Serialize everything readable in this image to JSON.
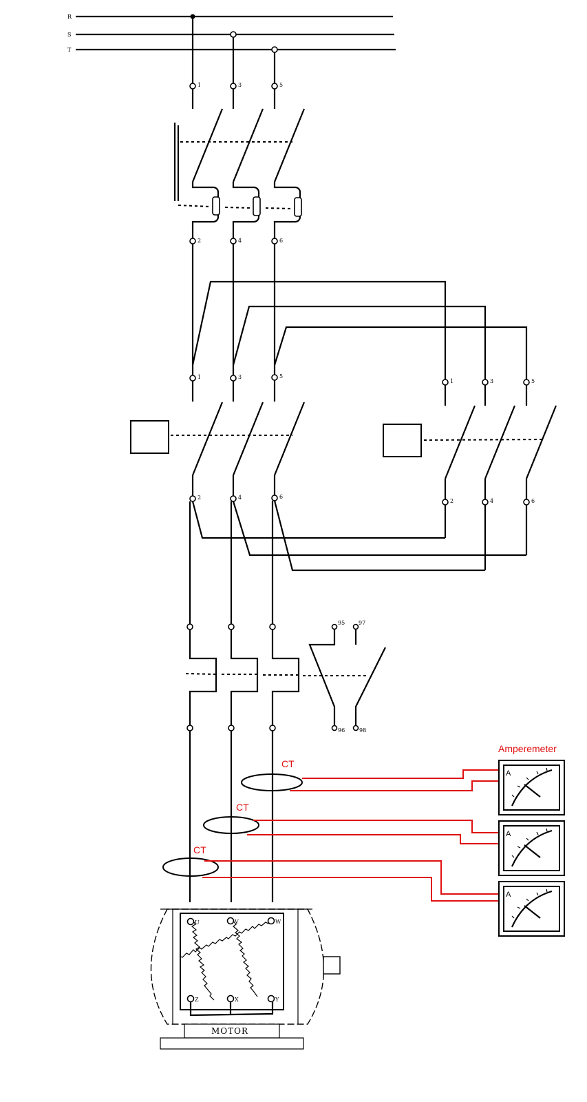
{
  "phases": [
    "R",
    "S",
    "T"
  ],
  "breaker": {
    "top_terminals": [
      "1",
      "3",
      "5"
    ],
    "bottom_terminals": [
      "2",
      "4",
      "6"
    ]
  },
  "contactor_1": {
    "top_terminals": [
      "1",
      "3",
      "5"
    ],
    "bottom_terminals": [
      "2",
      "4",
      "6"
    ]
  },
  "contactor_2": {
    "top_terminals": [
      "1",
      "3",
      "5"
    ],
    "bottom_terminals": [
      "2",
      "4",
      "6"
    ]
  },
  "overload_relay": {
    "aux_terminals": [
      "95",
      "97",
      "96",
      "98"
    ]
  },
  "ct_label": "CT",
  "ammeter": {
    "title": "Amperemeter",
    "unit_letter": "A"
  },
  "motor": {
    "label": "MOTOR",
    "terminals_top": [
      "U",
      "V",
      "W"
    ],
    "terminals_bottom": [
      "Z",
      "X",
      "Y"
    ]
  },
  "colors": {
    "wiring": "#000000",
    "measurement": "#e01010"
  }
}
